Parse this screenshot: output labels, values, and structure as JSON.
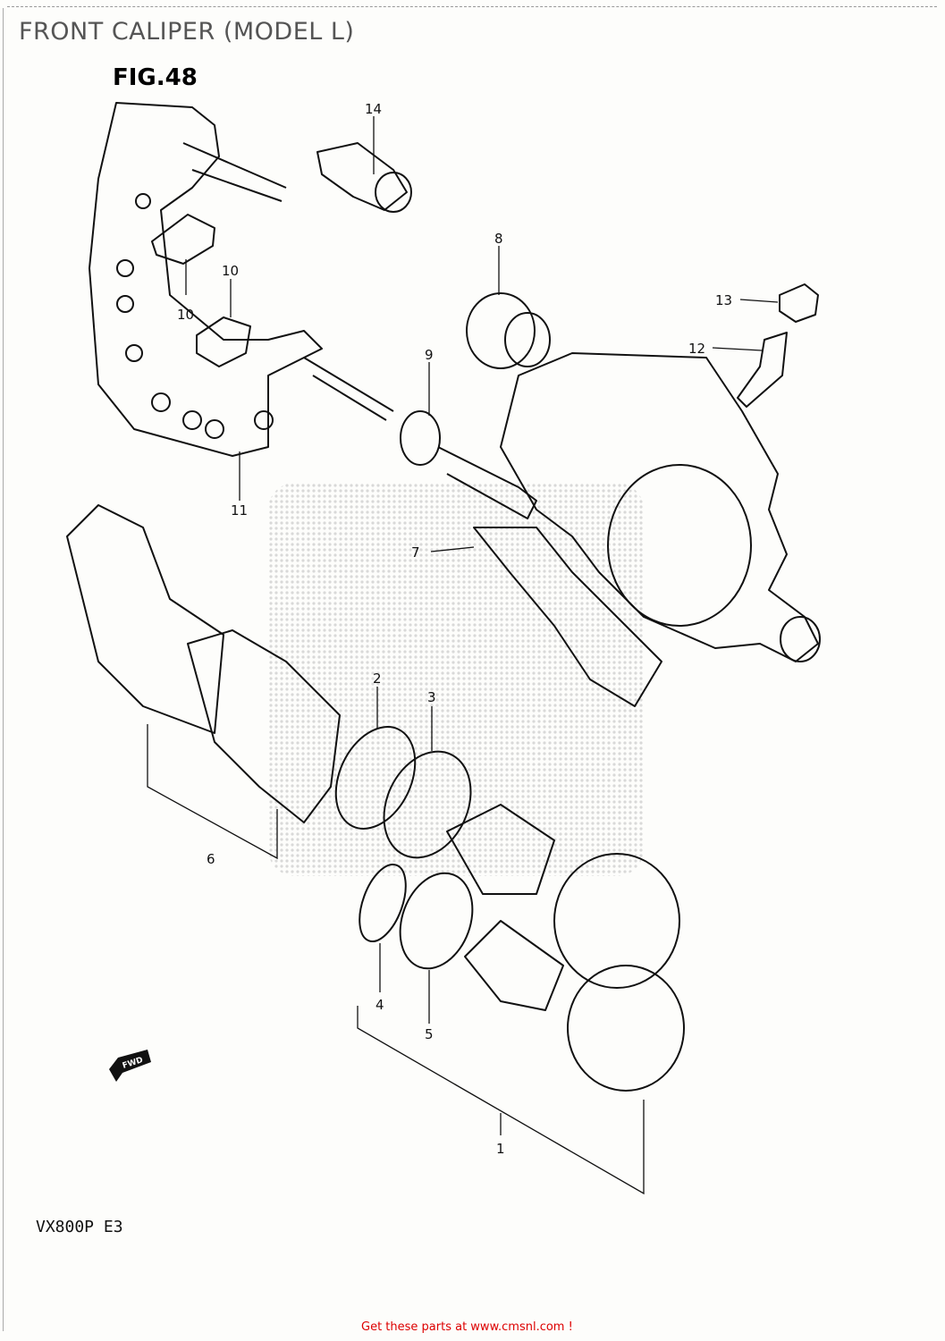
{
  "header": {
    "title": "FRONT CALIPER (MODEL L)",
    "figure": "FIG.48"
  },
  "callouts": [
    "14",
    "8",
    "13",
    "12",
    "10",
    "10",
    "9",
    "11",
    "7",
    "2",
    "3",
    "6",
    "4",
    "5",
    "1"
  ],
  "fwd_label": "FWD",
  "model_code": "VX800P  E3",
  "footer": {
    "link_text": "Get these parts at www.cmsnl.com  !",
    "link_color": "#dd0000"
  }
}
